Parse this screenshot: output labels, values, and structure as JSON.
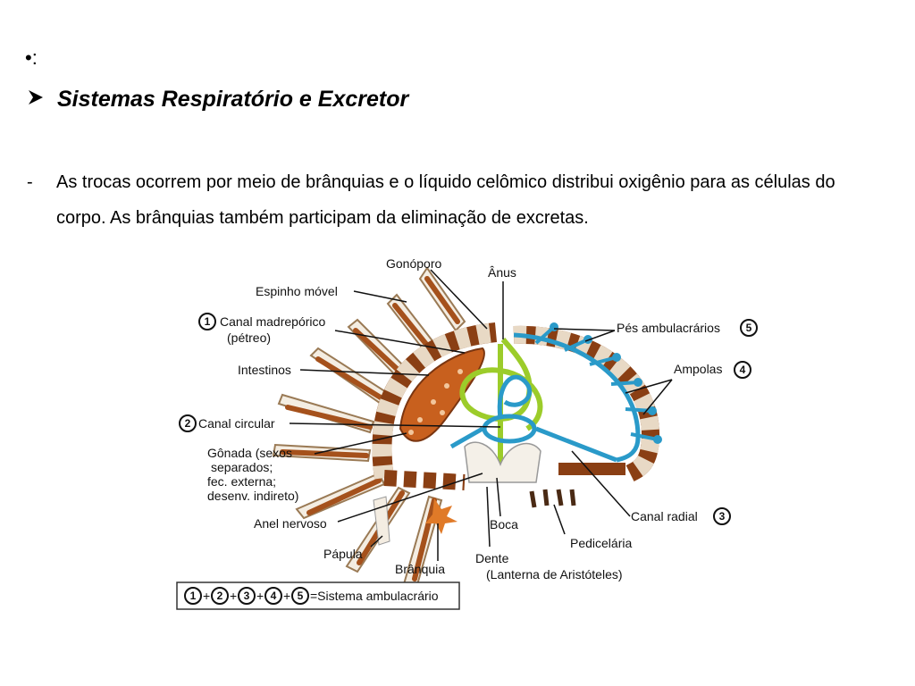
{
  "slide": {
    "bullet": "•:",
    "heading": "Sistemas Respiratório e Excretor",
    "paragraph_dash": "-",
    "paragraph": "As trocas ocorrem por meio de brânquias e o líquido celômico distribui oxigênio para as células do corpo. As brânquias também participam da eliminação de excretas."
  },
  "diagram": {
    "labels": {
      "gonoporo": "Gonóporo",
      "anus": "Ânus",
      "espinho": "Espinho móvel",
      "canal_madreporico_1": "Canal madrepórico",
      "canal_madreporico_2": "(pétreo)",
      "intestinos": "Intestinos",
      "canal_circular": "Canal circular",
      "gonada_1": "Gônada (sexos",
      "gonada_2": "separados;",
      "gonada_3": "fec. externa;",
      "gonada_4": "desenv. indireto)",
      "anel": "Anel nervoso",
      "papula": "Pápula",
      "branquia": "Brânquia",
      "boca": "Boca",
      "dente_1": "Dente",
      "dente_2": "(Lanterna de Aristóteles)",
      "pedicelaria": "Pedicelária",
      "canal_radial": "Canal radial",
      "ampolas": "Ampolas",
      "pes": "Pés ambulacrários"
    },
    "numbers": {
      "n1": "1",
      "n2": "2",
      "n3": "3",
      "n4": "4",
      "n5": "5"
    },
    "legend": {
      "n1": "1",
      "n2": "2",
      "n3": "3",
      "n4": "4",
      "n5": "5",
      "plus": "+",
      "suffix": "=Sistema ambulacrário"
    }
  }
}
